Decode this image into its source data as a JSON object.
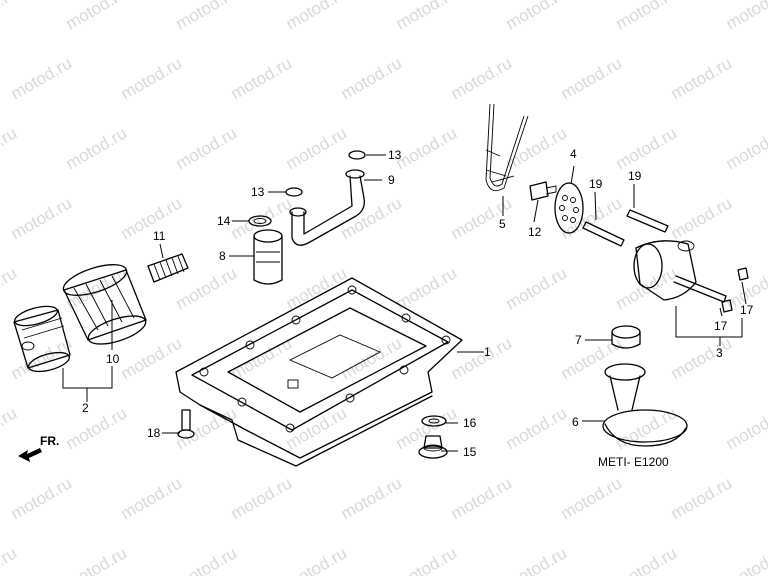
{
  "watermark": "motod.ru",
  "diagram_code": "METI- E1200",
  "direction_label": "FR.",
  "callouts": [
    {
      "id": "c1",
      "text": "1"
    },
    {
      "id": "c2",
      "text": "2"
    },
    {
      "id": "c3",
      "text": "3"
    },
    {
      "id": "c4",
      "text": "4"
    },
    {
      "id": "c5",
      "text": "5"
    },
    {
      "id": "c6",
      "text": "6"
    },
    {
      "id": "c7",
      "text": "7"
    },
    {
      "id": "c8",
      "text": "8"
    },
    {
      "id": "c9",
      "text": "9"
    },
    {
      "id": "c10",
      "text": "10"
    },
    {
      "id": "c11",
      "text": "11"
    },
    {
      "id": "c12",
      "text": "12"
    },
    {
      "id": "c13a",
      "text": "13"
    },
    {
      "id": "c13b",
      "text": "13"
    },
    {
      "id": "c14",
      "text": "14"
    },
    {
      "id": "c15",
      "text": "15"
    },
    {
      "id": "c16",
      "text": "16"
    },
    {
      "id": "c17a",
      "text": "17"
    },
    {
      "id": "c17b",
      "text": "17"
    },
    {
      "id": "c18",
      "text": "18"
    },
    {
      "id": "c19a",
      "text": "19"
    },
    {
      "id": "c19b",
      "text": "19"
    }
  ]
}
